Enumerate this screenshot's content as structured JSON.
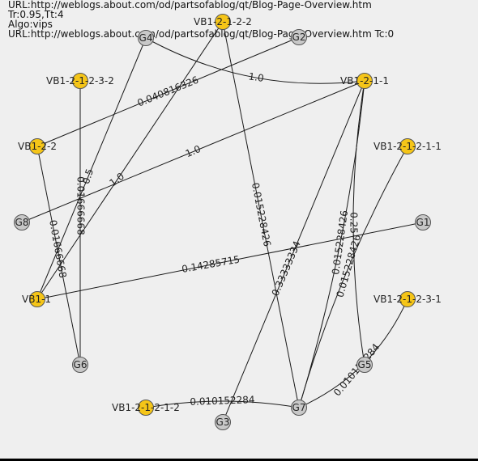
{
  "header": {
    "line1": "URL:http://weblogs.about.com/od/partsofablog/qt/Blog-Page-Overview.htm",
    "line2": "Tr:0.95,Tt:4",
    "line3": "Algo:vips",
    "line4": "URL:http://weblogs.about.com/od/partsofablog/qt/Blog-Page-Overview.htm Tc:0"
  },
  "colors": {
    "vb_node": "#f5c518",
    "g_node": "#c8c8c8",
    "node_stroke": "#555555",
    "edge": "#1a1a1a",
    "text": "#222222",
    "background": "#efefef"
  },
  "nodes": [
    {
      "id": "G4",
      "label": "G4",
      "kind": "g"
    },
    {
      "id": "G2",
      "label": "G2",
      "kind": "g"
    },
    {
      "id": "G8",
      "label": "G8",
      "kind": "g"
    },
    {
      "id": "G1",
      "label": "G1",
      "kind": "g"
    },
    {
      "id": "G6",
      "label": "G6",
      "kind": "g"
    },
    {
      "id": "G5",
      "label": "G5",
      "kind": "g"
    },
    {
      "id": "G7",
      "label": "G7",
      "kind": "g"
    },
    {
      "id": "G3",
      "label": "G3",
      "kind": "g"
    },
    {
      "id": "VB1-2-1-2-2",
      "label": "VB1-2-1-2-2",
      "kind": "vb"
    },
    {
      "id": "VB1-2-1-2-3-2",
      "label": "VB1-2-1-2-3-2",
      "kind": "vb"
    },
    {
      "id": "VB1-2-1-1",
      "label": "VB1-2-1-1",
      "kind": "vb"
    },
    {
      "id": "VB1-2-2",
      "label": "VB1-2-2",
      "kind": "vb"
    },
    {
      "id": "VB1-2-1-2-1-1",
      "label": "VB1-2-1-2-1-1",
      "kind": "vb"
    },
    {
      "id": "VB1-1",
      "label": "VB1-1",
      "kind": "vb"
    },
    {
      "id": "VB1-2-1-2-3-1",
      "label": "VB1-2-1-2-3-1",
      "kind": "vb"
    },
    {
      "id": "VB1-2-1-2-1-2",
      "label": "VB1-2-1-2-1-2",
      "kind": "vb"
    }
  ],
  "edges": [
    {
      "from": "G4",
      "to": "VB1-2-1-1",
      "label": "1.0"
    },
    {
      "from": "VB1-2-2",
      "to": "G2",
      "label": "0.040816326"
    },
    {
      "from": "VB1-1",
      "to": "VB1-2-1-2-2",
      "label": "1.0"
    },
    {
      "from": "VB1-2-1-2-3-2",
      "to": "G6",
      "label": "0.01666668"
    },
    {
      "from": "G4",
      "to": "VB1-1",
      "label": "0.5"
    },
    {
      "from": "G8",
      "to": "VB1-2-1-1",
      "label": "1.0"
    },
    {
      "from": "VB1-2-2",
      "to": "G6",
      "label": "0.01666668"
    },
    {
      "from": "VB1-2-1-2-2",
      "to": "G7",
      "label": "0.015228426"
    },
    {
      "from": "VB1-2-1-1",
      "to": "G3",
      "label": "0.33333334"
    },
    {
      "from": "VB1-2-1-1",
      "to": "G7",
      "label": "0.015228426"
    },
    {
      "from": "VB1-2-1-1",
      "to": "G5",
      "label": "0.25"
    },
    {
      "from": "VB1-2-1-2-1-1",
      "to": "G7",
      "label": "0.015228426"
    },
    {
      "from": "VB1-1",
      "to": "G1",
      "label": "0.14285715"
    },
    {
      "from": "VB1-2-1-2-3-1",
      "to": "G7",
      "label": "0.010152284"
    },
    {
      "from": "VB1-2-1-2-1-2",
      "to": "G7",
      "label": "0.010152284"
    }
  ]
}
